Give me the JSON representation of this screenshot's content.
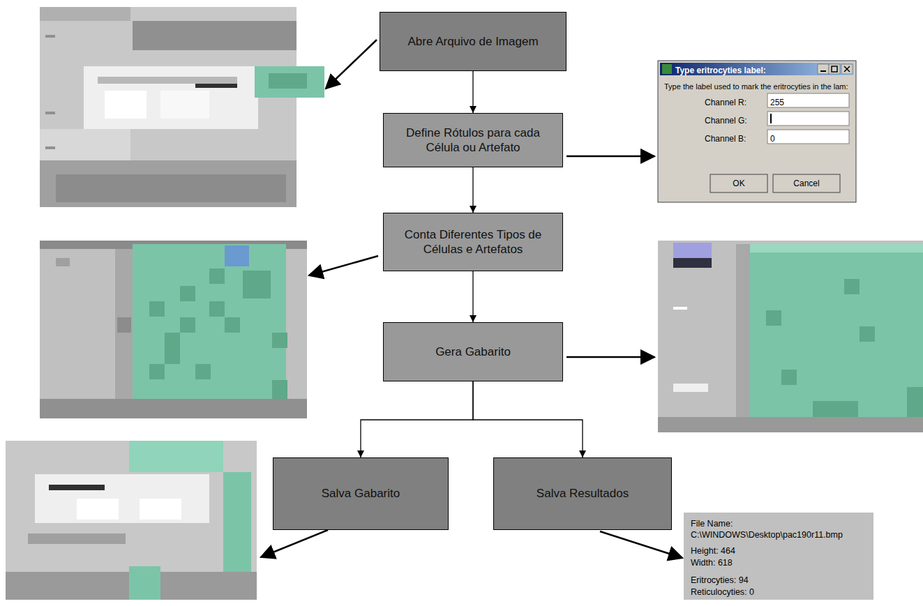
{
  "diagram": {
    "nodes": [
      {
        "text": [
          "Abre Arquivo de Imagem"
        ]
      },
      {
        "text": [
          "Define Rótulos para cada Célula ou Artefato"
        ]
      },
      {
        "text": [
          "Conta Diferentes Tipos de Células e Artefatos"
        ]
      },
      {
        "text": [
          "Gera Gabarito"
        ]
      },
      {
        "text": [
          "Salva Gabarito"
        ]
      },
      {
        "text": [
          "Salva Resultados"
        ]
      }
    ],
    "edges": [
      {
        "from": 0,
        "to": 1,
        "arrow": "to"
      },
      {
        "from": 1,
        "to": 2,
        "arrow": "to"
      },
      {
        "from": 2,
        "to": 3,
        "arrow": "to"
      },
      {
        "from": 3,
        "to": 4,
        "arrow": "to"
      },
      {
        "from": 3,
        "to": 5,
        "arrow": "to"
      }
    ],
    "labels": [
      "Type eritrocyties label:",
      "Type the label used to mark the eritrocyties in the lam:",
      "Channel R:",
      "255",
      "Channel G:",
      "Channel B:",
      "0",
      "OK",
      "Cancel",
      "File Name:",
      "C:\\WINDOWS\\Desktop\\pac190r11.bmp",
      "Height: 464",
      "Width: 618",
      "Eritrocyties: 94",
      "Reticulocyties: 0"
    ]
  }
}
